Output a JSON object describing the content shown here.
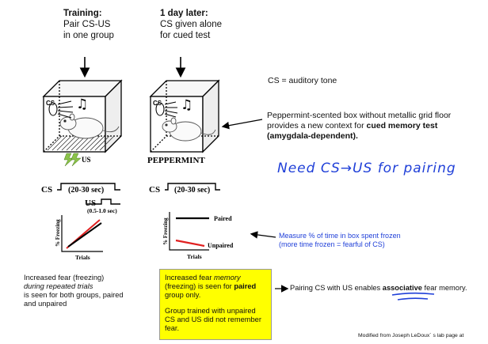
{
  "training": {
    "title": "Training:",
    "line1": "Pair CS-US",
    "line2": "in one group"
  },
  "later": {
    "title": "1 day later:",
    "line1": "CS given alone",
    "line2": "for cued test"
  },
  "box_labels": {
    "cs": "CS",
    "us": "US",
    "peppermint": "PEPPERMINT"
  },
  "timeline1": {
    "cs": "CS",
    "cs_duration": "(20-30 sec)",
    "us": "US",
    "us_duration": "(0.5-1.0 sec)"
  },
  "timeline2": {
    "cs": "CS",
    "cs_duration": "(20-30 sec)"
  },
  "graph1": {
    "ylabel": "% Freezing",
    "xlabel": "Trials"
  },
  "graph2": {
    "ylabel": "% Freezing",
    "xlabel": "Trials",
    "paired": "Paired",
    "unpaired": "Unpaired"
  },
  "cs_definition": "CS = auditory tone",
  "peppermint_note": {
    "line1": "Peppermint-scented box without metallic grid floor",
    "line2": "provides a new context for ",
    "bold1": "cued memory test",
    "bold2": "(amygdala-dependent)."
  },
  "handwriting": "Need CS→US for pairing",
  "measure_note": {
    "line1": "Measure % of time in box spent frozen",
    "line2": "(more time frozen = fearful of CS)"
  },
  "left_note": {
    "line1": "Increased fear (freezing)",
    "line2": "during repeated trials",
    "line3": "is seen for both groups, paired",
    "line4": "and unpaired"
  },
  "highlight": {
    "p1a": "Increased fear ",
    "p1b": "memory",
    "p1c": "(freezing) is seen for ",
    "p1d": "paired",
    "p1e": "group only.",
    "p2": "Group trained with unpaired CS and US did not remember fear."
  },
  "assoc_note": {
    "pre": "Pairing CS with US enables ",
    "bold": "associative",
    "post": " fear memory."
  },
  "credit": "Modified from Joseph LeDoux´ s lab page at",
  "colors": {
    "blue": "#1f3fd8",
    "red": "#e02020",
    "highlight": "#ffff00"
  }
}
